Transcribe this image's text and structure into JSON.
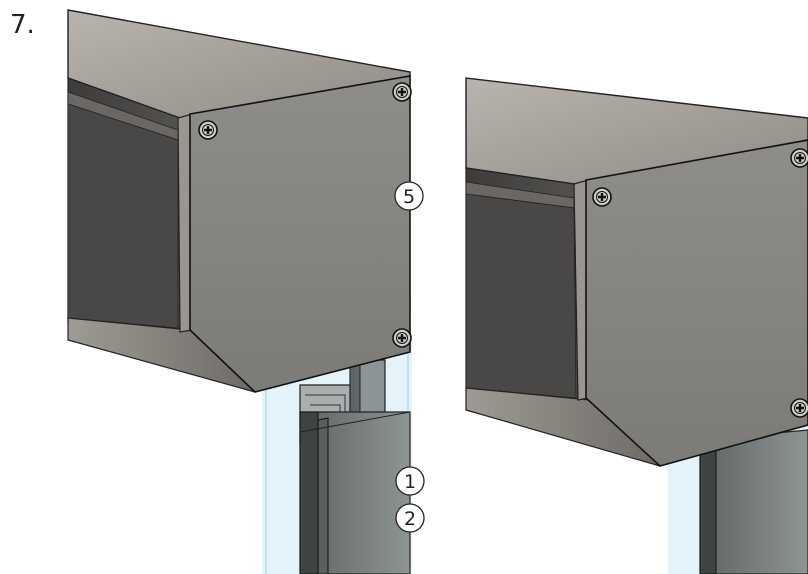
{
  "step": {
    "number": "7."
  },
  "callouts": {
    "left_top": "5",
    "left_mid": "1",
    "left_bottom": "2"
  },
  "colors": {
    "housing_top": "#a8a39c",
    "housing_front": "#8b8984",
    "housing_side": "#5a5855",
    "bevel": "#7a7670",
    "glass": "#d7edf6",
    "profile_dark": "#3f4342",
    "profile_mid": "#7c8483",
    "outline": "#1a1a1a"
  },
  "icons": [
    "screw-icon"
  ]
}
